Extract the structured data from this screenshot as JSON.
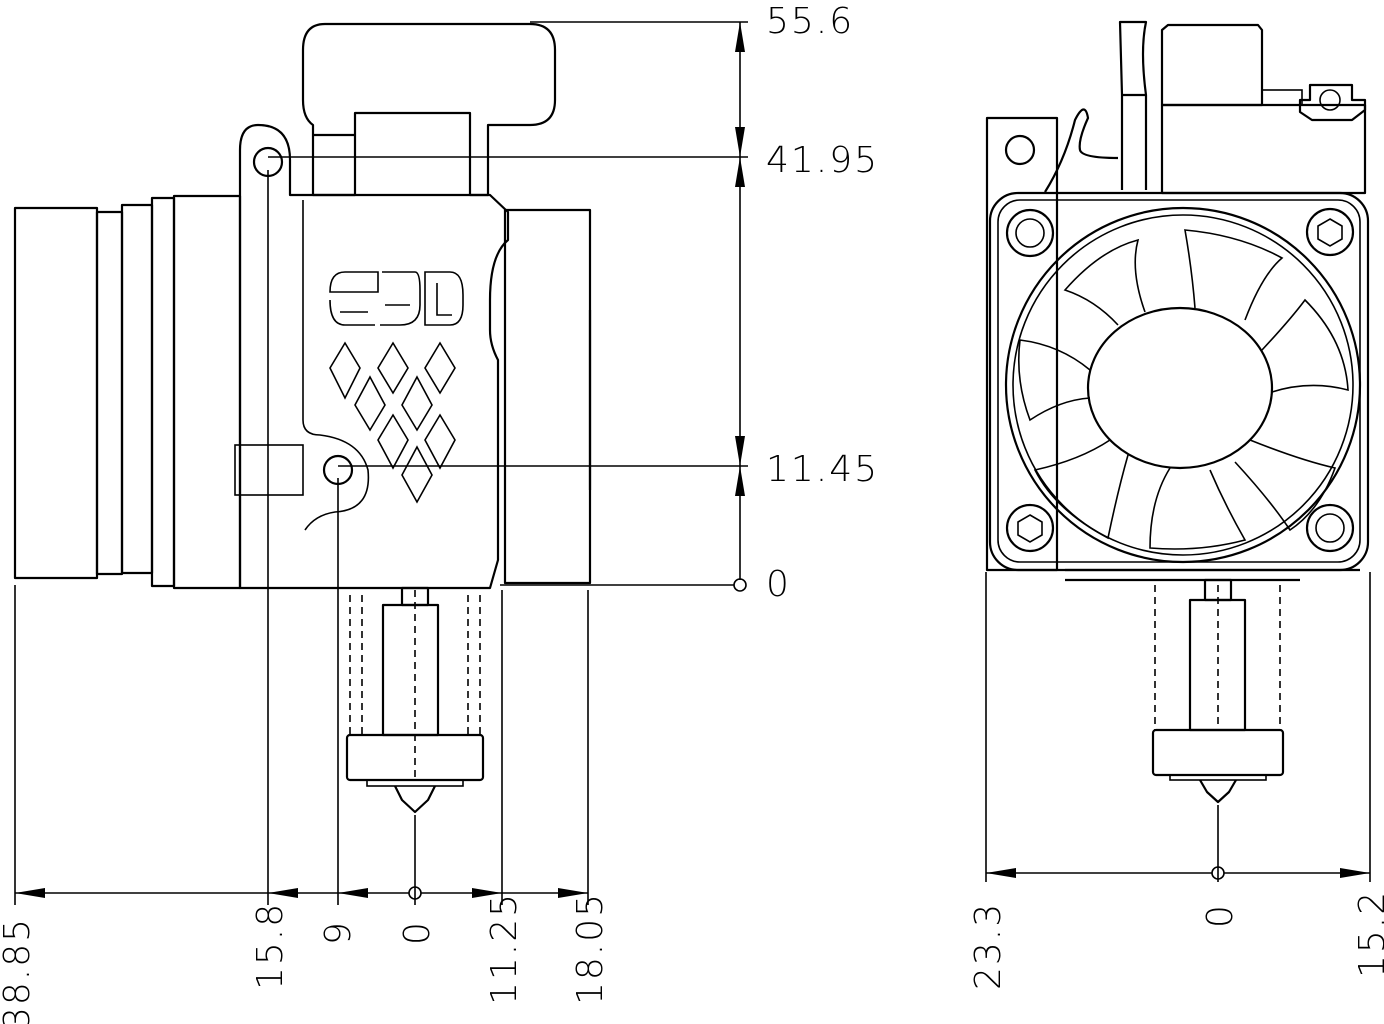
{
  "drawing": {
    "line_color": "#000000",
    "background": "#ffffff",
    "logo_text": "E3D",
    "front_view": {
      "vertical_dimensions": [
        "55.6",
        "41.95",
        "11.45",
        "0"
      ],
      "horizontal_dimensions": [
        "38.85",
        "15.8",
        "9",
        "0",
        "11.25",
        "18.05"
      ]
    },
    "side_view": {
      "horizontal_dimensions": [
        "23.3",
        "0",
        "15.2"
      ]
    }
  }
}
